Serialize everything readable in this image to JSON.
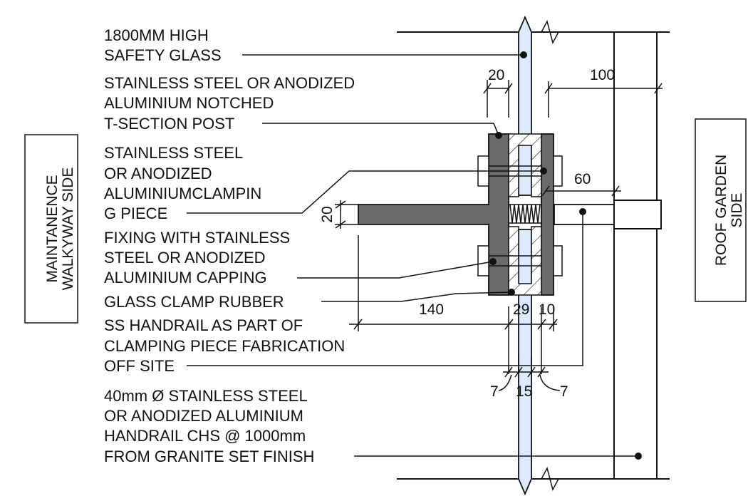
{
  "callouts": {
    "glass": [
      "1800MM HIGH",
      "SAFETY GLASS"
    ],
    "post": [
      "STAINLESS STEEL OR ANODIZED",
      "ALUMINIUM  NOTCHED",
      "T-SECTION POST"
    ],
    "clamp": [
      "STAINLESS STEEL",
      "OR ANODIZED",
      "ALUMINIUMCLAMPIN",
      "G PIECE"
    ],
    "fixing": [
      "FIXING WITH STAINLESS",
      "STEEL OR ANODIZED",
      "ALUMINIUM CAPPING"
    ],
    "rubber": [
      "GLASS CLAMP RUBBER"
    ],
    "ss_handrail": [
      "SS HANDRAIL AS PART OF",
      "CLAMPING PIECE FABRICATION",
      "OFF SITE"
    ],
    "chs_handrail": [
      "40mm Ø STAINLESS STEEL",
      "OR ANODIZED ALUMINIUM",
      "HANDRAIL CHS @ 1000mm",
      "FROM GRANITE SET FINISH"
    ]
  },
  "dimensions": {
    "top_gap": "20",
    "top_right": "100",
    "right_mid": "60",
    "vertical": "20",
    "bottom_left": "140",
    "bottom_mid": "29",
    "bottom_right": "10",
    "low_left": "7",
    "low_mid": "15",
    "low_right": "7"
  },
  "sides": {
    "left": [
      "MAINTANENCE",
      "WALKYWAY SIDE"
    ],
    "right": [
      "ROOF GARDEN",
      "SIDE"
    ]
  },
  "colors": {
    "glass": "#dbeafc",
    "steel": "#6b6b6b",
    "line": "#111111"
  }
}
